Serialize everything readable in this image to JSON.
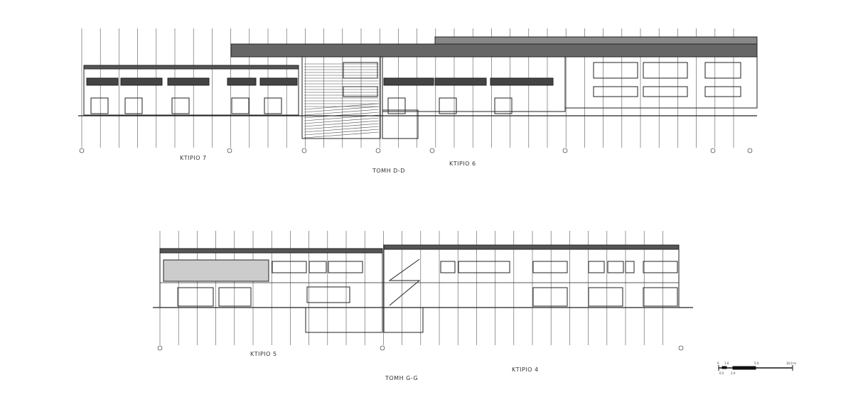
{
  "drawing_top": {
    "section_title": "ΤΟΜΗ D-D",
    "building_left": "ΚΤΙΡΙΟ 7",
    "building_right": "ΚΤΙΡΙΟ 6"
  },
  "drawing_bottom": {
    "section_title": "ΤΟΜΗ G-G",
    "building_left": "ΚΤΙΡΙΟ 5",
    "building_right": "ΚΤΙΡΙΟ 4"
  },
  "scale_bar": {
    "ticks": [
      "0",
      "0.5",
      "1.0",
      "2.0",
      "5.0",
      "10.0 m"
    ]
  }
}
